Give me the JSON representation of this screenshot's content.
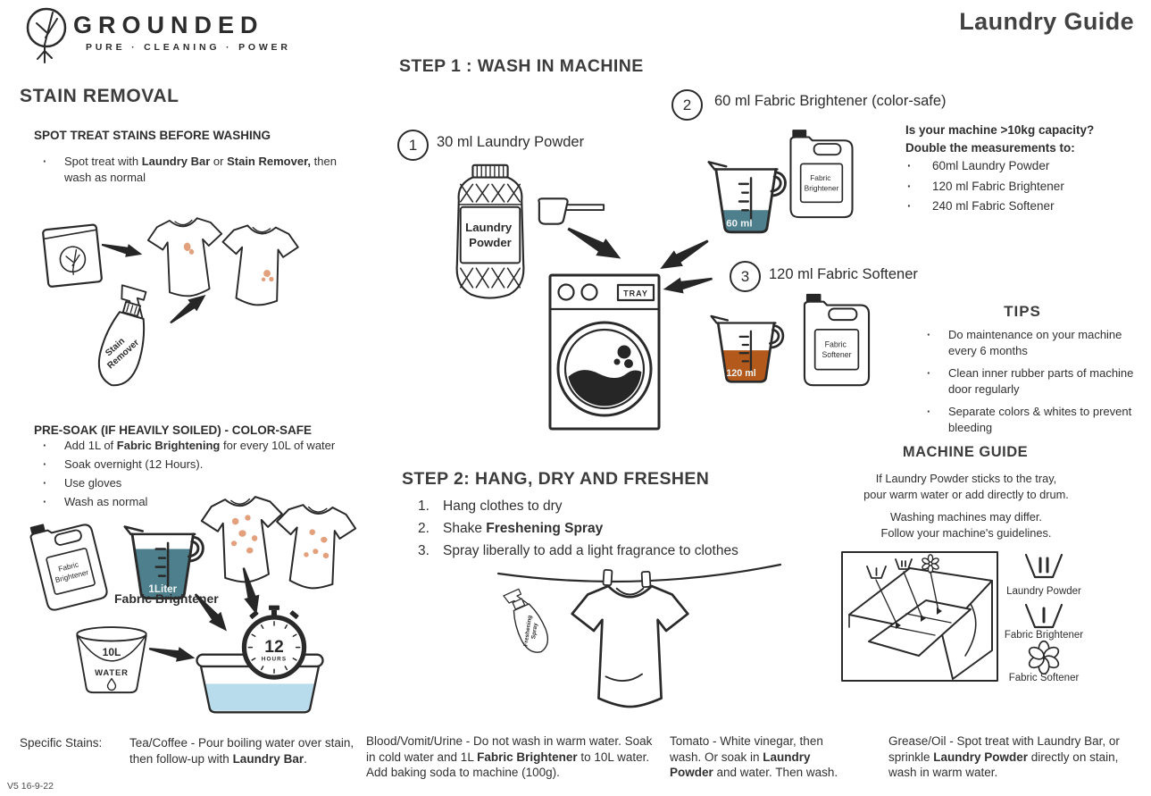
{
  "header": {
    "brand": "GROUNDED",
    "tagline": "PURE · CLEANING · POWER",
    "title": "Laundry Guide",
    "logo_icon": "plant-sapling-in-circle"
  },
  "stain_removal": {
    "title": "STAIN REMOVAL",
    "spot": {
      "heading": "SPOT TREAT STAINS BEFORE WASHING",
      "bullet": {
        "pre": "Spot treat with ",
        "bold1": "Laundry Bar",
        "mid": " or ",
        "bold2": "Stain Remover,",
        "post": " then wash as normal"
      }
    },
    "presoak": {
      "heading": "PRE-SOAK (IF HEAVILY SOILED) - COLOR-SAFE",
      "bullets": [
        {
          "pre": "Add 1L of ",
          "bold": "Fabric Brightening",
          "post": " for every 10L of water"
        },
        {
          "pre": "Soak overnight (12 Hours).",
          "bold": "",
          "post": ""
        },
        {
          "pre": "Use gloves",
          "bold": "",
          "post": ""
        },
        {
          "pre": "Wash as normal",
          "bold": "",
          "post": ""
        }
      ]
    },
    "labels": {
      "spray_1": "Stain",
      "spray_2": "Remover",
      "jug_1": "Fabric",
      "jug_2": "Brightener",
      "cup": "1Liter",
      "cup_caption": "Fabric Brightener",
      "bucket_size": "10L",
      "bucket_word": "WATER",
      "timer_value": "12",
      "timer_unit": "HOURS"
    }
  },
  "step1": {
    "heading": "STEP 1 : WASH IN MACHINE",
    "items": [
      {
        "num": "1",
        "label": "30 ml Laundry Powder"
      },
      {
        "num": "2",
        "label": "60 ml Fabric Brightener (color-safe)"
      },
      {
        "num": "3",
        "label": "120 ml Fabric Softener"
      }
    ],
    "labels": {
      "jar_1": "Laundry",
      "jar_2": "Powder",
      "tray": "TRAY",
      "cup60": "60 ml",
      "cup120": "120 ml",
      "brightener_1": "Fabric",
      "brightener_2": "Brightener",
      "softener_1": "Fabric",
      "softener_2": "Softener"
    }
  },
  "capacity": {
    "heading_1": "Is your machine >10kg capacity?",
    "heading_2": "Double the measurements to:",
    "bullets": [
      "60ml Laundry Powder",
      "120 ml Fabric Brightener",
      "240 ml Fabric Softener"
    ]
  },
  "tips": {
    "heading": "TIPS",
    "bullets": [
      "Do maintenance on your machine every 6 months",
      "Clean inner rubber parts of machine door regularly",
      "Separate colors & whites to prevent bleeding"
    ]
  },
  "machine_guide": {
    "heading": "MACHINE GUIDE",
    "p1_line1": "If Laundry Powder sticks to the tray,",
    "p1_line2": "pour warm water or add directly to drum.",
    "p2_line1": "Washing machines may differ.",
    "p2_line2": "Follow your machine's guidelines.",
    "legend": [
      {
        "icon": "detergent-cup-two-bars",
        "label": "Laundry Powder"
      },
      {
        "icon": "detergent-cup-one-bar",
        "label": "Fabric Brightener"
      },
      {
        "icon": "flower",
        "label": "Fabric Softener"
      }
    ]
  },
  "step2": {
    "heading": "STEP 2: HANG, DRY AND FRESHEN",
    "items": [
      {
        "num": "1.",
        "pre": "Hang clothes to dry",
        "bold": "",
        "post": ""
      },
      {
        "num": "2.",
        "pre": "Shake ",
        "bold": "Freshening Spray",
        "post": ""
      },
      {
        "num": "3.",
        "pre": "Spray liberally to add a light fragrance to clothes",
        "bold": "",
        "post": ""
      }
    ],
    "labels": {
      "spray_1": "Freshening",
      "spray_2": "Spray"
    }
  },
  "specific_stains": {
    "label": "Specific Stains:",
    "columns": [
      {
        "pre": "Tea/Coffee - Pour boiling water over stain, then follow-up with ",
        "bold": "Laundry Bar",
        "post": "."
      },
      {
        "pre": "Blood/Vomit/Urine - Do not wash in warm water. Soak in cold water and 1L ",
        "bold": "Fabric Brightener",
        "post": " to 10L water. Add baking soda to machine (100g)."
      },
      {
        "pre": "Tomato - White vinegar, then wash. Or soak in ",
        "bold": "Laundry Powder",
        "post": " and water. Then wash."
      },
      {
        "pre": "Grease/Oil - Spot treat with Laundry Bar, or sprinkle ",
        "bold": "Laundry Powder",
        "post": " directly on stain, wash in warm water."
      }
    ]
  },
  "footer": {
    "version": "V5 16-9-22"
  },
  "colors": {
    "ink": "#2b2b2b",
    "teal": "#4e7f8c",
    "orange": "#b3591c",
    "water_blue": "#b9dcec",
    "stain": "#e3a07d"
  }
}
